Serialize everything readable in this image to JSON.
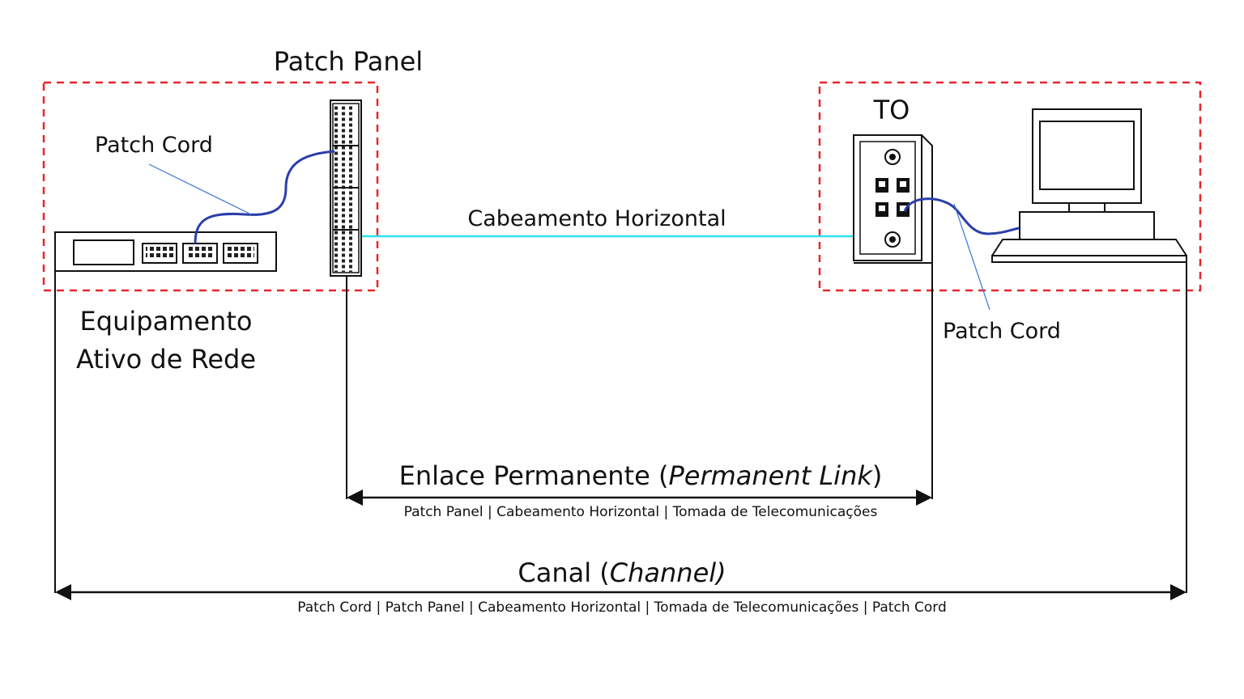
{
  "labels": {
    "patch_panel": "Patch Panel",
    "patch_cord_left": "Patch Cord",
    "equipment_line1": "Equipamento",
    "equipment_line2": "Ativo de Rede",
    "horizontal_cabling": "Cabeamento Horizontal",
    "to": "TO",
    "patch_cord_right": "Patch Cord"
  },
  "permanent_link": {
    "title_main": "Enlace Permanente (",
    "title_italic": "Permanent Link",
    "title_close": ")",
    "components": "Patch Panel | Cabeamento Horizontal | Tomada de Telecomunicações"
  },
  "channel": {
    "title_main": "Canal (",
    "title_italic": "Channel)",
    "components": "Patch Cord | Patch Panel | Cabeamento Horizontal | Tomada de Telecomunicações | Patch Cord"
  },
  "colors": {
    "boundary": "#e8262a",
    "horizontal_cable": "#2ee0e8",
    "patch_cord": "#2b3fa8",
    "leader_line": "#3a73d6",
    "outline": "#111111"
  }
}
